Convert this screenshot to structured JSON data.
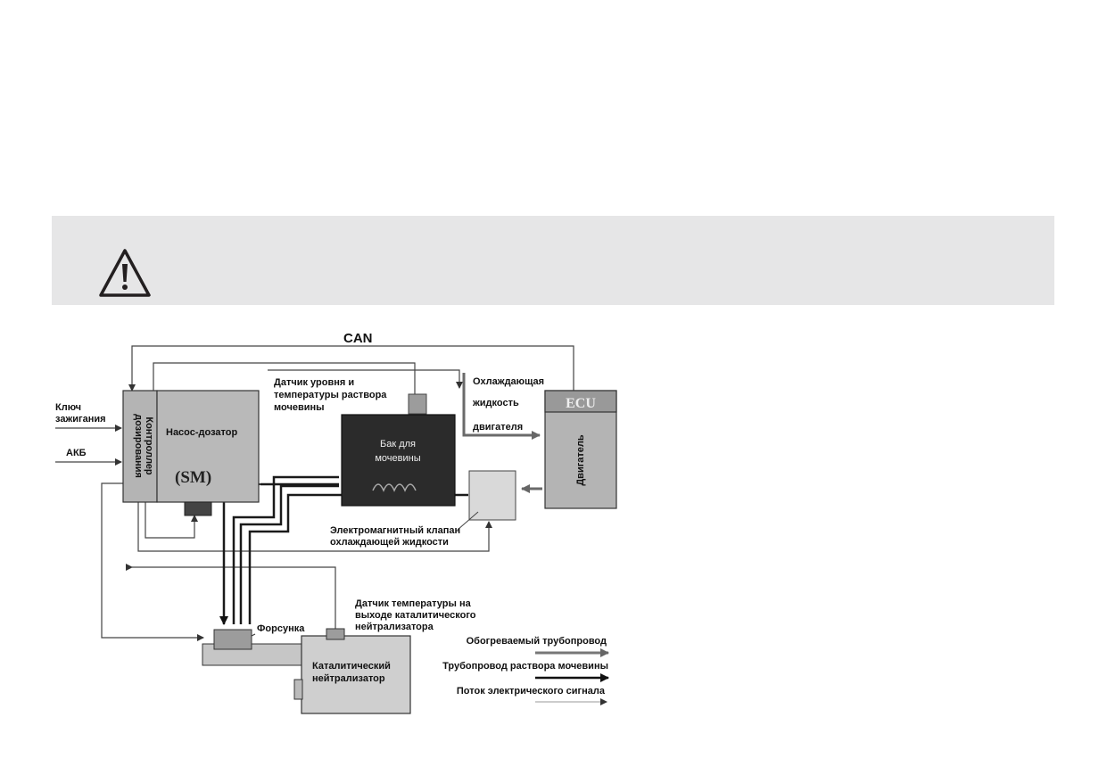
{
  "warning": {
    "icon": "warning-triangle-icon"
  },
  "diagram": {
    "can": "CAN",
    "key_line1": "Ключ",
    "key_line2": "зажигания",
    "battery": "АКБ",
    "controller_line1": "Контроллер",
    "controller_line2": "дозирования",
    "pump": "Насос-дозатор",
    "sm": "(SM)",
    "level_sensor_line1": "Датчик уровня и",
    "level_sensor_line2": "температуры раствора",
    "level_sensor_line3": "мочевины",
    "tank_line1": "Бак для",
    "tank_line2": "мочевины",
    "coolant_line1": "Охлаждающая",
    "coolant_line2": "жидкость",
    "coolant_line3": "двигателя",
    "ecu": "ECU",
    "engine": "Двигатель",
    "valve_line1": "Электромагнитный клапан",
    "valve_line2": "охлаждающей жидкости",
    "temp_sensor_line1": "Датчик температуры на",
    "temp_sensor_line2": "выходе каталитического",
    "temp_sensor_line3": "нейтрализатора",
    "injector": "Форсунка",
    "catalyst_line1": "Каталитический",
    "catalyst_line2": "нейтрализатор",
    "legend_heated": "Обогреваемый трубопровод",
    "legend_urea": "Трубопровод раствора мочевины",
    "legend_signal": "Поток электрического сигнала"
  }
}
